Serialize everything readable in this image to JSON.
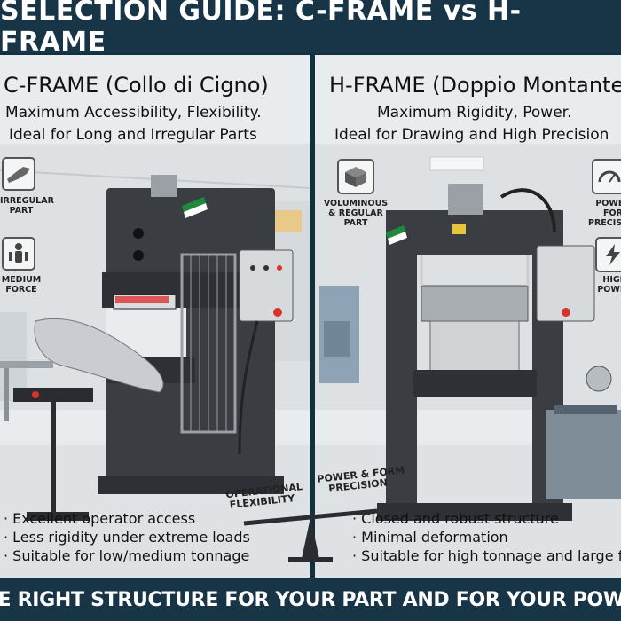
{
  "header": {
    "title": "SELECTION GUIDE: C-FRAME vs H-FRAME"
  },
  "left": {
    "title": "C-FRAME (Collo di Cigno)",
    "subtitle_line1": "Maximum Accessibility, Flexibility.",
    "subtitle_line2": "Ideal for Long and Irregular Parts",
    "icons": [
      {
        "label_l1": "IRREGULAR",
        "label_l2": "PART",
        "icon": "bracket-part-icon"
      },
      {
        "label_l1": "MEDIUM",
        "label_l2": "FORCE",
        "icon": "person-force-icon"
      }
    ],
    "bullets": [
      "· Excellent operator access",
      "· Less rigidity under extreme loads",
      "· Suitable for low/medium tonnage"
    ]
  },
  "right": {
    "title": "H-FRAME (Doppio Montante)",
    "subtitle_line1": "Maximum Rigidity, Power.",
    "subtitle_line2": "Ideal for Drawing and High Precision",
    "icons": [
      {
        "label_l1": "VOLUMINOUS",
        "label_l2": "& REGULAR",
        "label_l3": "PART",
        "icon": "cube-part-icon"
      },
      {
        "label_l1": "POWER",
        "label_l2": "FOR",
        "label_l3": "PRECISION",
        "icon": "gauge-icon"
      },
      {
        "label_l1": "HIGH",
        "label_l2": "POWER",
        "icon": "power-icon"
      }
    ],
    "bullets": [
      "· Closed and robust structure",
      "· Minimal deformation",
      "· Suitable for high tonnage and large forms"
    ]
  },
  "balance": {
    "left_label_l1": "OPERATIONAL",
    "left_label_l2": "FLEXIBILITY",
    "right_label_l1": "POWER & FORM",
    "right_label_l2": "PRECISION"
  },
  "footer": {
    "text": "THE RIGHT STRUCTURE FOR YOUR PART AND FOR YOUR POWER"
  },
  "colors": {
    "navy": "#173546",
    "press": "#3a3d42",
    "panel_bg": "#e9ecee",
    "warning": "#e7c63a",
    "estop": "#d8322a",
    "flag_green": "#1f8a3c"
  }
}
